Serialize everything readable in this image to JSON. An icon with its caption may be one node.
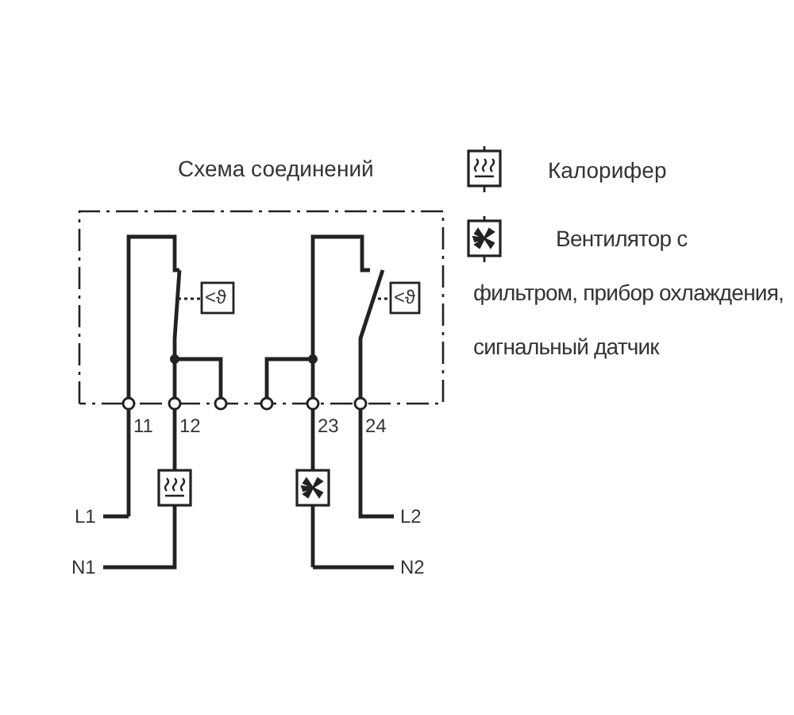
{
  "diagram": {
    "title": "Схема соединений",
    "labels": [
      "<ϑ",
      "<ϑ",
      "11",
      "12",
      "23",
      "24",
      "L1",
      "L2",
      "N1",
      "N2"
    ],
    "legend": [
      {
        "text": "Калорифер"
      },
      {
        "text": "Вентилятор с фильтром, прибор охлаждения, сигнальный датчик"
      }
    ]
  }
}
